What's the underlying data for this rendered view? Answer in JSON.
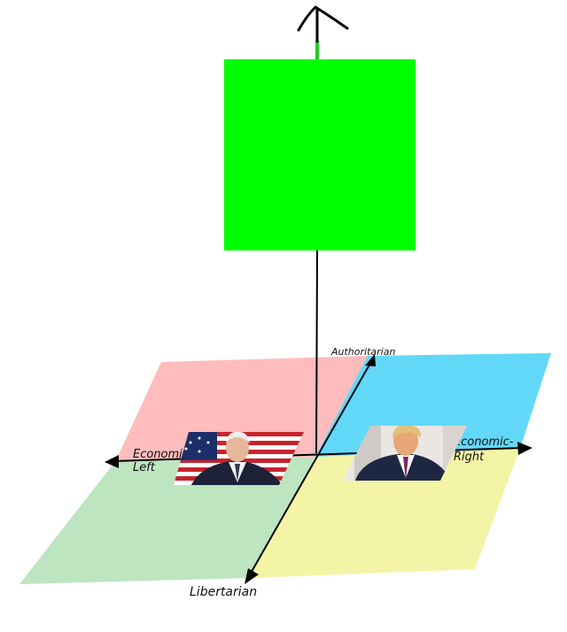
{
  "colors": {
    "background": "#ffffff",
    "square": "#00ff00",
    "pole_stub": "#22cc22",
    "quadrant_auth_left": "#ffbcbc",
    "quadrant_auth_right": "#62d8f8",
    "quadrant_lib_left": "#bde5c0",
    "quadrant_lib_right": "#f4f4a6",
    "axis": "#000000"
  },
  "labels": {
    "top": "Authoritarian",
    "bottom": "Libertarian",
    "left_line1": "Economic-",
    "left_line2": "Left",
    "right_line1": "Economic-",
    "right_line2": "Right"
  },
  "icons": {
    "up_arrow": "hand-drawn-up-arrow-icon",
    "left_portrait": "politician-portrait-left",
    "right_portrait": "politician-portrait-right"
  }
}
